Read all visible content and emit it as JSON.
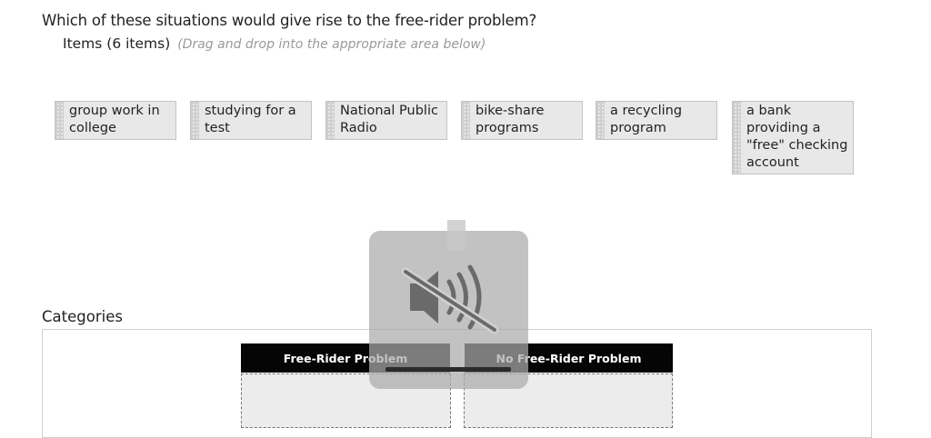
{
  "question": "Which of these situations would give rise to the free-rider problem?",
  "items_header": {
    "label": "Items (6 items)",
    "hint": "(Drag and drop into the appropriate area below)"
  },
  "items": [
    {
      "label": "group work in college"
    },
    {
      "label": "studying for a test"
    },
    {
      "label": "National Public Radio"
    },
    {
      "label": "bike-share programs"
    },
    {
      "label": "a recycling program"
    },
    {
      "label": "a bank providing a \"free\" checking account"
    }
  ],
  "categories_label": "Categories",
  "categories": [
    {
      "label": "Free-Rider Problem"
    },
    {
      "label": "No Free-Rider Problem"
    }
  ],
  "overlay": {
    "icon": "speaker-muted-icon"
  },
  "colors": {
    "header_bg": "#050505",
    "chip_bg": "#e8e8e8",
    "drop_bg": "#ececec"
  }
}
